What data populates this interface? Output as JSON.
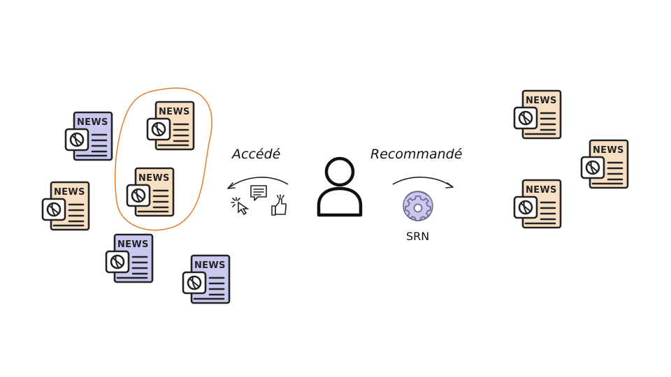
{
  "news_word": "NEWS",
  "labels": {
    "accessed": "Accédé",
    "recommended": "Recommandé",
    "system": "SRN"
  },
  "icons": {
    "news": "newspaper-icon",
    "user": "user-icon",
    "cursor": "click-cursor-icon",
    "comment": "comment-icon",
    "like": "thumbs-up-icon",
    "system": "gear-icon"
  },
  "colors": {
    "accessed_highlight": "#e2843a",
    "news_orange": "#f7dfc4",
    "news_blue": "#c9c8f1",
    "line": "#222222",
    "gear_fill": "#c9c8f1",
    "gear_stroke": "#6f6d8e"
  }
}
